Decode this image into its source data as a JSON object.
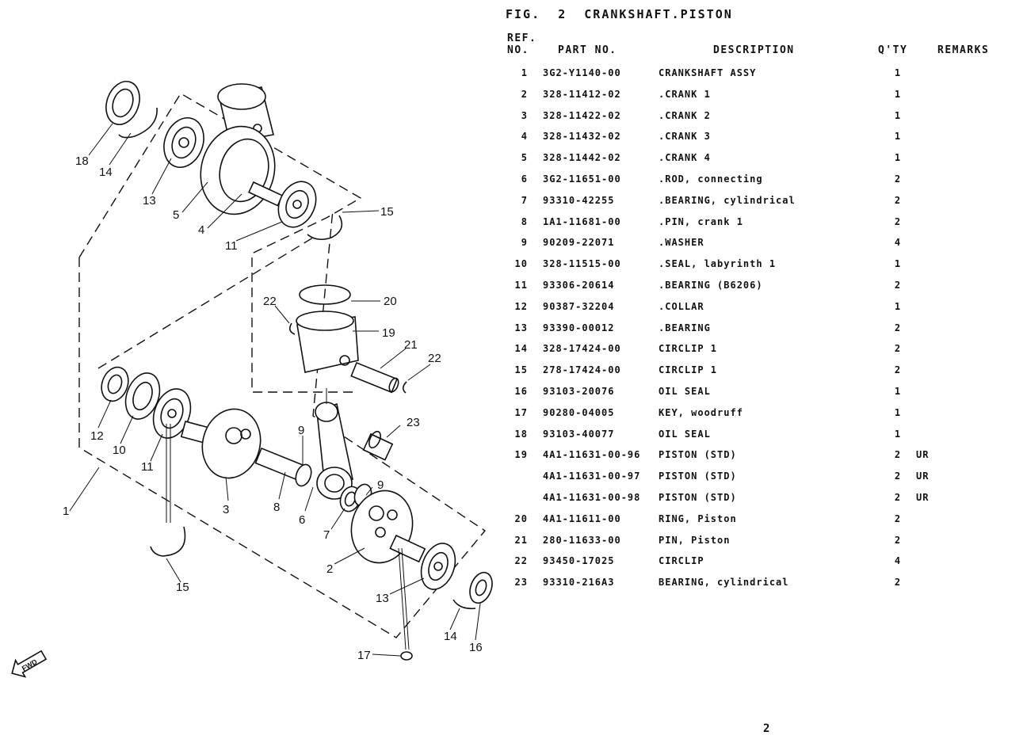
{
  "figure": {
    "label": "FIG.",
    "number": "2",
    "title": "CRANKSHAFT.PISTON"
  },
  "columns": {
    "ref": "REF.\nNO.",
    "part_no": "PART NO.",
    "description": "DESCRIPTION",
    "qty": "Q'TY",
    "remarks": "REMARKS"
  },
  "parts": [
    {
      "ref": "1",
      "part_no": "3G2-Y1140-00",
      "description": "CRANKSHAFT ASSY",
      "qty": "1",
      "remarks": ""
    },
    {
      "ref": "2",
      "part_no": "328-11412-02",
      "description": ".CRANK 1",
      "qty": "1",
      "remarks": ""
    },
    {
      "ref": "3",
      "part_no": "328-11422-02",
      "description": ".CRANK 2",
      "qty": "1",
      "remarks": ""
    },
    {
      "ref": "4",
      "part_no": "328-11432-02",
      "description": ".CRANK 3",
      "qty": "1",
      "remarks": ""
    },
    {
      "ref": "5",
      "part_no": "328-11442-02",
      "description": ".CRANK 4",
      "qty": "1",
      "remarks": ""
    },
    {
      "ref": "6",
      "part_no": "3G2-11651-00",
      "description": ".ROD, connecting",
      "qty": "2",
      "remarks": ""
    },
    {
      "ref": "7",
      "part_no": "93310-42255",
      "description": ".BEARING, cylindrical",
      "qty": "2",
      "remarks": ""
    },
    {
      "ref": "8",
      "part_no": "1A1-11681-00",
      "description": ".PIN, crank 1",
      "qty": "2",
      "remarks": ""
    },
    {
      "ref": "9",
      "part_no": "90209-22071",
      "description": ".WASHER",
      "qty": "4",
      "remarks": ""
    },
    {
      "ref": "10",
      "part_no": "328-11515-00",
      "description": ".SEAL, labyrinth 1",
      "qty": "1",
      "remarks": ""
    },
    {
      "ref": "11",
      "part_no": "93306-20614",
      "description": ".BEARING (B6206)",
      "qty": "2",
      "remarks": ""
    },
    {
      "ref": "12",
      "part_no": "90387-32204",
      "description": ".COLLAR",
      "qty": "1",
      "remarks": ""
    },
    {
      "ref": "13",
      "part_no": "93390-00012",
      "description": ".BEARING",
      "qty": "2",
      "remarks": ""
    },
    {
      "ref": "14",
      "part_no": "328-17424-00",
      "description": "CIRCLIP 1",
      "qty": "2",
      "remarks": ""
    },
    {
      "ref": "15",
      "part_no": "278-17424-00",
      "description": "CIRCLIP 1",
      "qty": "2",
      "remarks": ""
    },
    {
      "ref": "16",
      "part_no": "93103-20076",
      "description": "OIL SEAL",
      "qty": "1",
      "remarks": ""
    },
    {
      "ref": "17",
      "part_no": "90280-04005",
      "description": "KEY, woodruff",
      "qty": "1",
      "remarks": ""
    },
    {
      "ref": "18",
      "part_no": "93103-40077",
      "description": "OIL SEAL",
      "qty": "1",
      "remarks": ""
    },
    {
      "ref": "19",
      "part_no": "4A1-11631-00-96",
      "description": "PISTON (STD)",
      "qty": "2",
      "remarks": "UR"
    },
    {
      "ref": "",
      "part_no": "4A1-11631-00-97",
      "description": "PISTON (STD)",
      "qty": "2",
      "remarks": "UR"
    },
    {
      "ref": "",
      "part_no": "4A1-11631-00-98",
      "description": "PISTON (STD)",
      "qty": "2",
      "remarks": "UR"
    },
    {
      "ref": "20",
      "part_no": "4A1-11611-00",
      "description": "RING, Piston",
      "qty": "2",
      "remarks": ""
    },
    {
      "ref": "21",
      "part_no": "280-11633-00",
      "description": "PIN, Piston",
      "qty": "2",
      "remarks": ""
    },
    {
      "ref": "22",
      "part_no": "93450-17025",
      "description": "CIRCLIP",
      "qty": "4",
      "remarks": ""
    },
    {
      "ref": "23",
      "part_no": "93310-216A3",
      "description": "BEARING, cylindrical",
      "qty": "2",
      "remarks": ""
    }
  ],
  "diagram": {
    "callouts": {
      "c18": "18",
      "c14a": "14",
      "c13a": "13",
      "c5": "5",
      "c4": "4",
      "c11a": "11",
      "c15a": "15",
      "c22a": "22",
      "c20": "20",
      "c19": "19",
      "c21": "21",
      "c22b": "22",
      "c12": "12",
      "c10": "10",
      "c11b": "11",
      "c9a": "9",
      "c23": "23",
      "c1": "1",
      "c3": "3",
      "c8": "8",
      "c6": "6",
      "c7": "7",
      "c9b": "9",
      "c2": "2",
      "c15b": "15",
      "c13b": "13",
      "c14b": "14",
      "c16": "16",
      "c17": "17"
    },
    "fwd_label": "FWD"
  },
  "page_number": "2"
}
